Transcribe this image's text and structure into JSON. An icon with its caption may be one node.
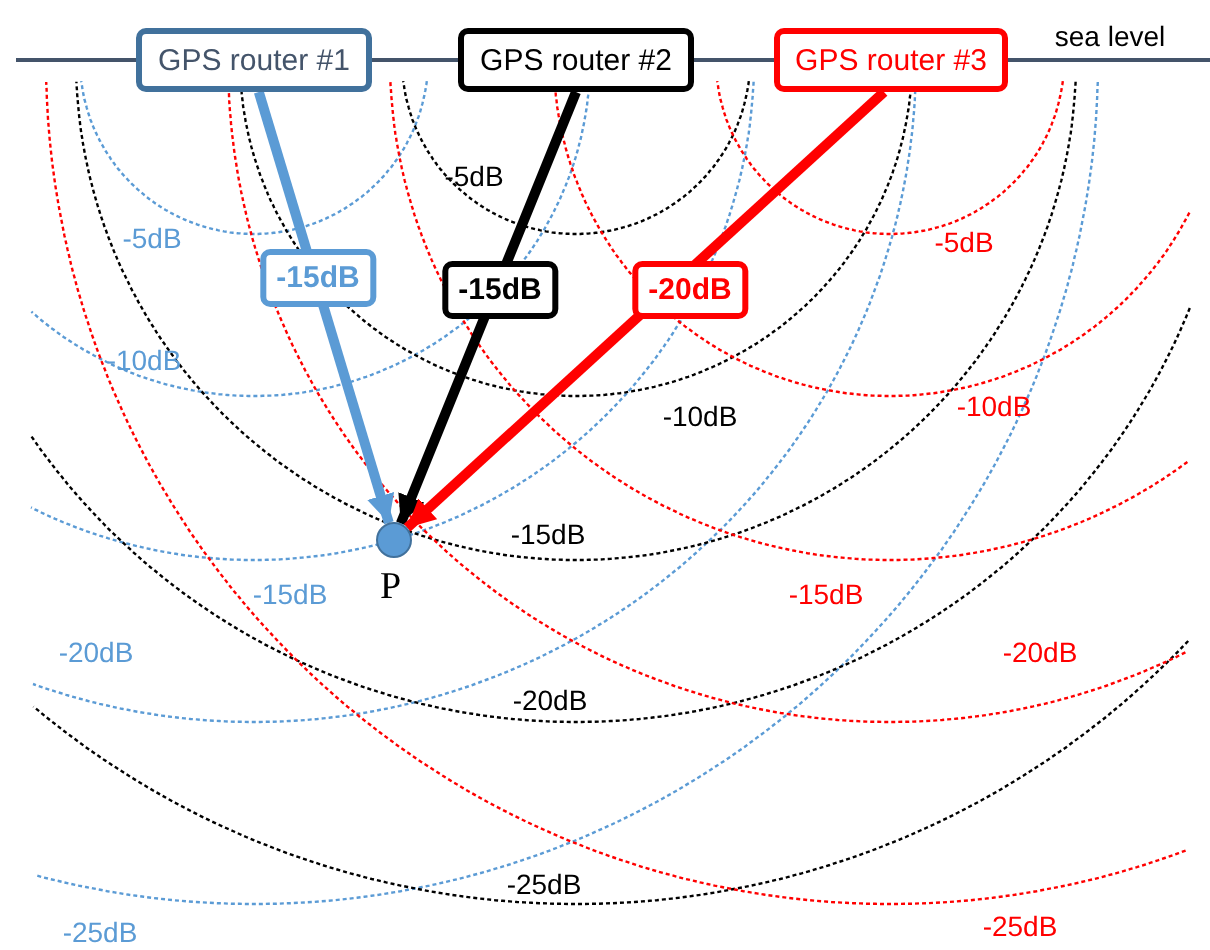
{
  "diagram": {
    "nodes": [
      {
        "text": [
          "GPS router #1"
        ]
      },
      {
        "text": [
          "GPS router #2"
        ]
      },
      {
        "text": [
          "GPS router #3"
        ]
      },
      {
        "text": [],
        "shape": "circle",
        "beside": [
          "P"
        ]
      }
    ],
    "edges": [
      {
        "from": 0,
        "to": 3,
        "arrow": "to",
        "label": "-15dB",
        "color": "#5b9bd5"
      },
      {
        "from": 1,
        "to": 3,
        "arrow": "to",
        "label": "-15dB",
        "color": "#000000"
      },
      {
        "from": 2,
        "to": 3,
        "arrow": "to",
        "label": "-20dB",
        "color": "#ff0000"
      }
    ],
    "labels": [
      "sea level",
      "-5dB",
      "-5dB",
      "-5dB",
      "-10dB",
      "-10dB",
      "-10dB",
      "-15dB",
      "-15dB",
      "-15dB",
      "-20dB",
      "-20dB",
      "-20dB",
      "-25dB",
      "-25dB",
      "-25dB"
    ]
  }
}
